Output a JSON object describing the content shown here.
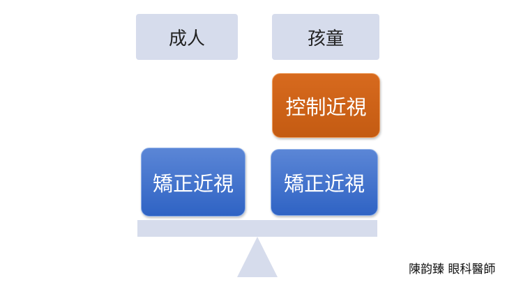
{
  "headers": {
    "left": "成人",
    "right": "孩童"
  },
  "left_pan": {
    "item": "矯正近視"
  },
  "right_pan": {
    "top": "控制近視",
    "bottom": "矯正近視"
  },
  "signature": "陳韵臻 眼科醫師",
  "colors": {
    "blue": "#3a6cc8",
    "orange": "#c85e16",
    "neutral": "#d6dcec"
  }
}
